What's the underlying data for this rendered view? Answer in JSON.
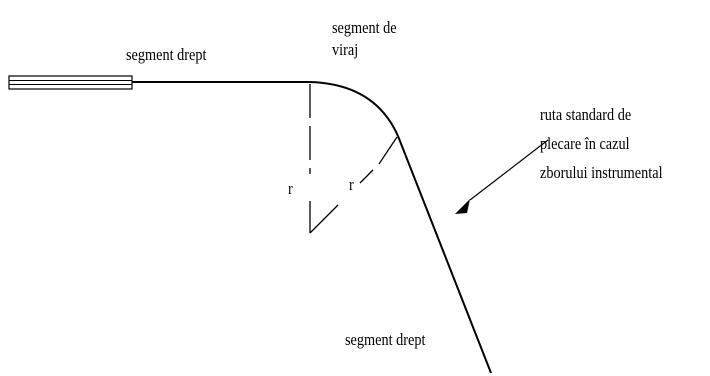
{
  "labels": {
    "straight_top": "segment drept",
    "turn_line1": "segment de",
    "turn_line2": "viraj",
    "sid_line1": "ruta standard de",
    "sid_line2": "plecare în cazul",
    "sid_line3": "zborului instrumental",
    "straight_bottom": "segment drept",
    "radius_vertical": "r",
    "radius_diagonal": "r"
  },
  "colors": {
    "line": "#000000",
    "background": "#ffffff"
  },
  "icons": {
    "runway": "runway-rectangle-icon",
    "pointer": "arrow-icon"
  }
}
